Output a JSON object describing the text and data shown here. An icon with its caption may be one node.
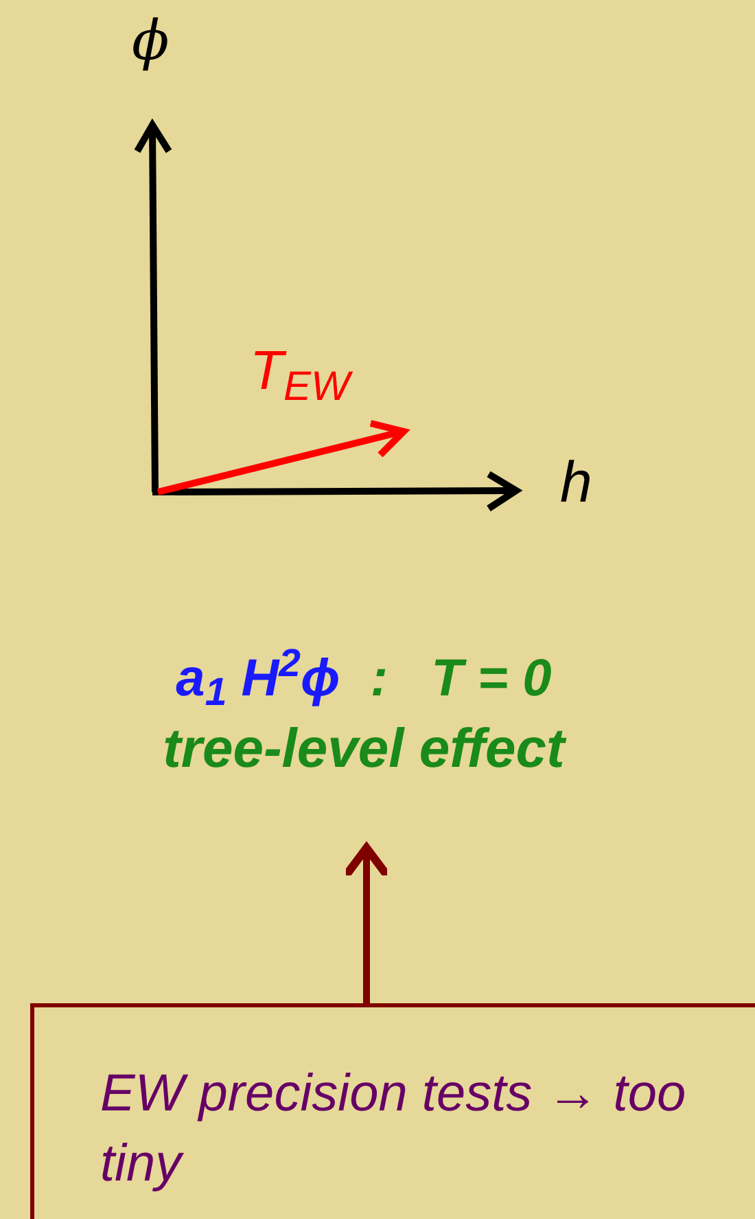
{
  "diagram": {
    "nodes": [
      {
        "text": [
          "a$_{1}$ H$^{2}$ϕ",
          ":   T = 0",
          "tree-level effect"
        ]
      },
      {
        "text": [
          "EW precision tests → too tiny"
        ]
      }
    ],
    "edges": [
      {
        "from": 1,
        "to": 0,
        "arrow": "to"
      }
    ],
    "labels": [
      "ϕ",
      "T$_{EW}$",
      "h"
    ]
  }
}
